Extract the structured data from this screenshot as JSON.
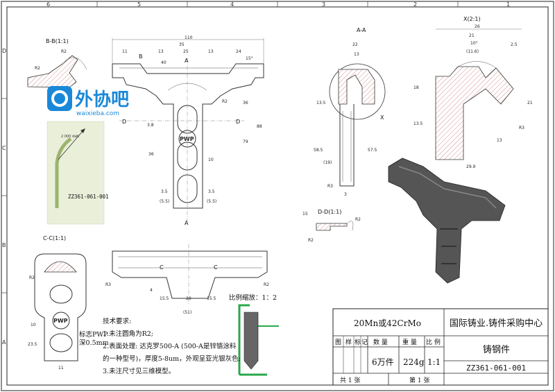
{
  "border": {
    "zones_top": [
      "6",
      "5",
      "4",
      "3",
      "2",
      "1"
    ],
    "zones_side": [
      "D",
      "C",
      "B",
      "A"
    ]
  },
  "views": {
    "bb": "B-B(1:1)",
    "aa": "A-A",
    "x": "X(2:1)",
    "cc": "C-C(1:1)",
    "dd": "D-D(1:1)",
    "x_marker": "X",
    "scale_note": "比例缩放：1：2",
    "marks": {
      "a": "A",
      "b": "B",
      "c": "C",
      "d": "D"
    }
  },
  "dims": {
    "main_width": "110",
    "d_13": "13",
    "d_11": "11",
    "d_25": "25",
    "d_13b": "13",
    "d_40": "40",
    "d_35": "35",
    "d_24": "24",
    "d_15deg": "15°",
    "d_36": "36",
    "d_88": "88",
    "d_79": "79",
    "d_3_5a": "3.5",
    "d_5_5a": "(5.5)",
    "d_3_5b": "3.5",
    "d_5_5b": "(5.5)",
    "d_36b": "36",
    "d_10": "10",
    "d_3_8": "3.8",
    "aa_22": "22",
    "aa_13": "13",
    "aa_13_5": "13.5",
    "aa_58_5": "58.5",
    "aa_57_5": "57.5",
    "aa_19": "(19)",
    "aa_3": "3",
    "x_26": "26",
    "x_21": "21",
    "x_10": "10°",
    "x_11_6": "(11.6)",
    "x_2_5": "2.5",
    "x_18": "18",
    "x_21b": "21",
    "x_13_5": "13.5",
    "x_29_9": "29.9",
    "x_13": "13",
    "cc_10": "10",
    "cc_23_5": "23.5",
    "cc_11": "11",
    "dd_15": "15",
    "bot_15_5a": "15.5",
    "bot_20": "20",
    "bot_15_5b": "15.5",
    "bot_51": "(51)",
    "bot_4": "4",
    "r_labels": [
      "R2",
      "R2",
      "R2",
      "R3",
      "R2",
      "R2",
      "R3",
      "R2",
      "R3",
      "R2"
    ]
  },
  "watermark": {
    "logo_text": "外协吧",
    "url": "waixieba.com"
  },
  "inset": {
    "force": "2 000 daN",
    "part_no": "ZZ361-061-001"
  },
  "logo_mark": "标志PWP\n深0.5mm",
  "logo_mark_lines": [
    "标志PWP",
    "深0.5mm"
  ],
  "pwp": "PWP",
  "notes": {
    "title": "技术要求:",
    "items": [
      "1.未注圆角为R2;",
      "2.表面处理: 达克罗500-A (500-A是锌铬涂料",
      "的一种型号)，厚度5-8um，外观呈亚光银灰色;",
      "3.未注尺寸见三维模型。"
    ]
  },
  "title_block": {
    "material": "20Mn或42CrMo",
    "company": "国际铸业.铸件采购中心",
    "headers": [
      "图",
      "样",
      "标",
      "记"
    ],
    "qty_label": "数 量",
    "weight_label": "重 量",
    "scale_label": "比 例",
    "qty": "6万件",
    "weight": "224g",
    "scale": "1:1",
    "part_name": "铸钢件",
    "drawing_no": "ZZ361-061-001",
    "sheets_total": "共 1 张",
    "sheet_no": "第 1 张"
  }
}
